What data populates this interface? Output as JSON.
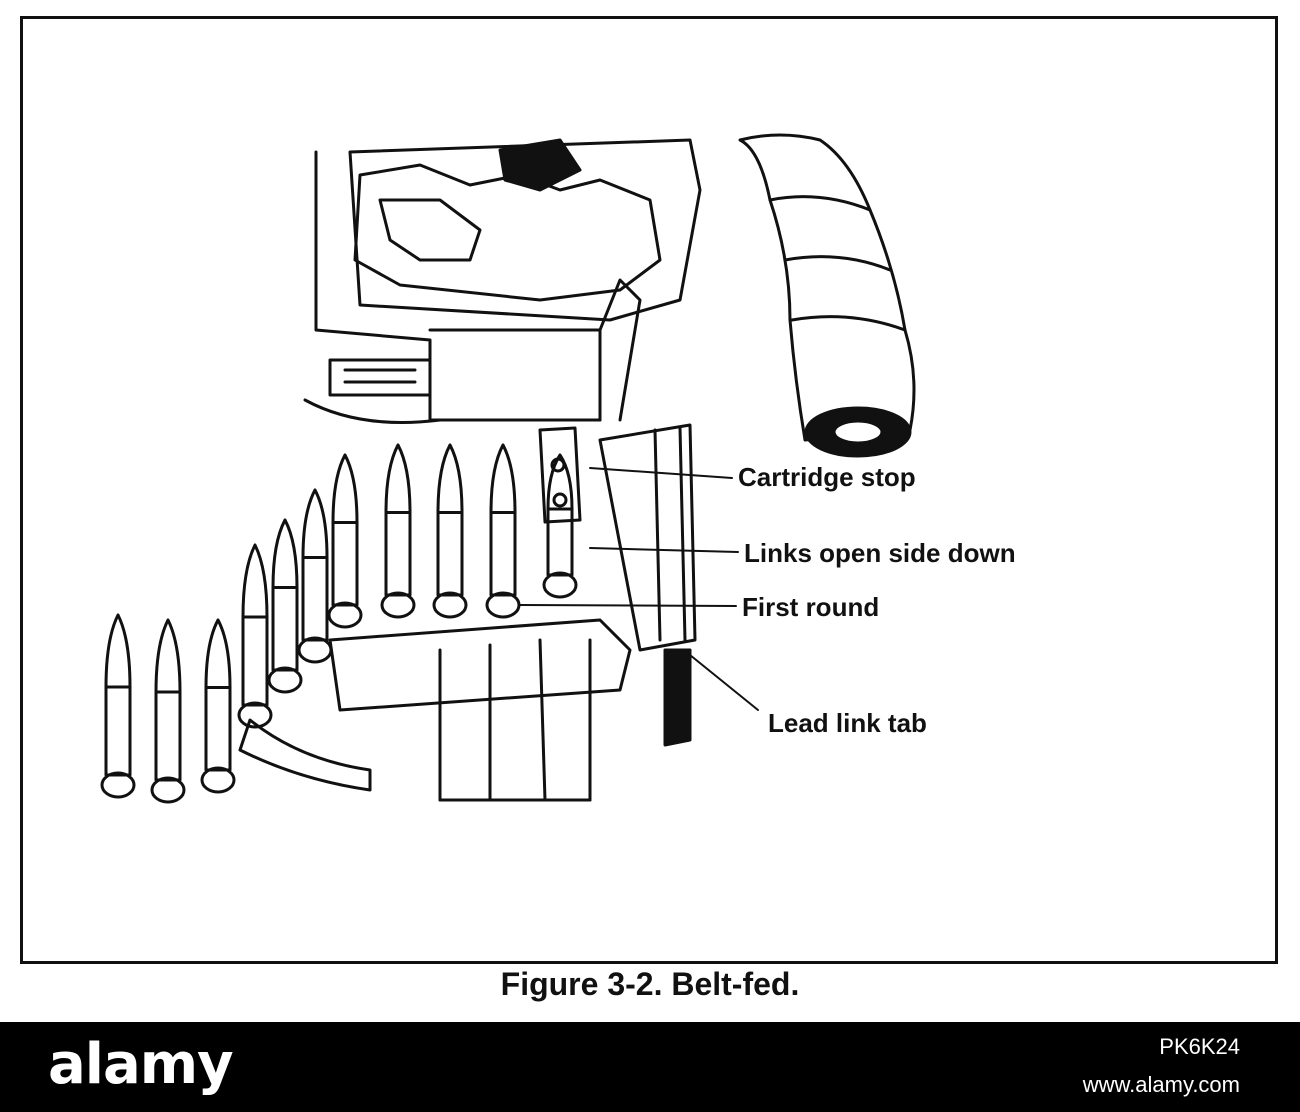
{
  "figure": {
    "caption": "Figure 3-2. Belt-fed.",
    "callouts": {
      "cartridge_stop": "Cartridge stop",
      "links_open_side_down": "Links open side down",
      "first_round": "First round",
      "lead_link_tab": "Lead link tab"
    }
  },
  "footer": {
    "brand": "alamy",
    "image_id": "PK6K24",
    "url": "www.alamy.com"
  }
}
